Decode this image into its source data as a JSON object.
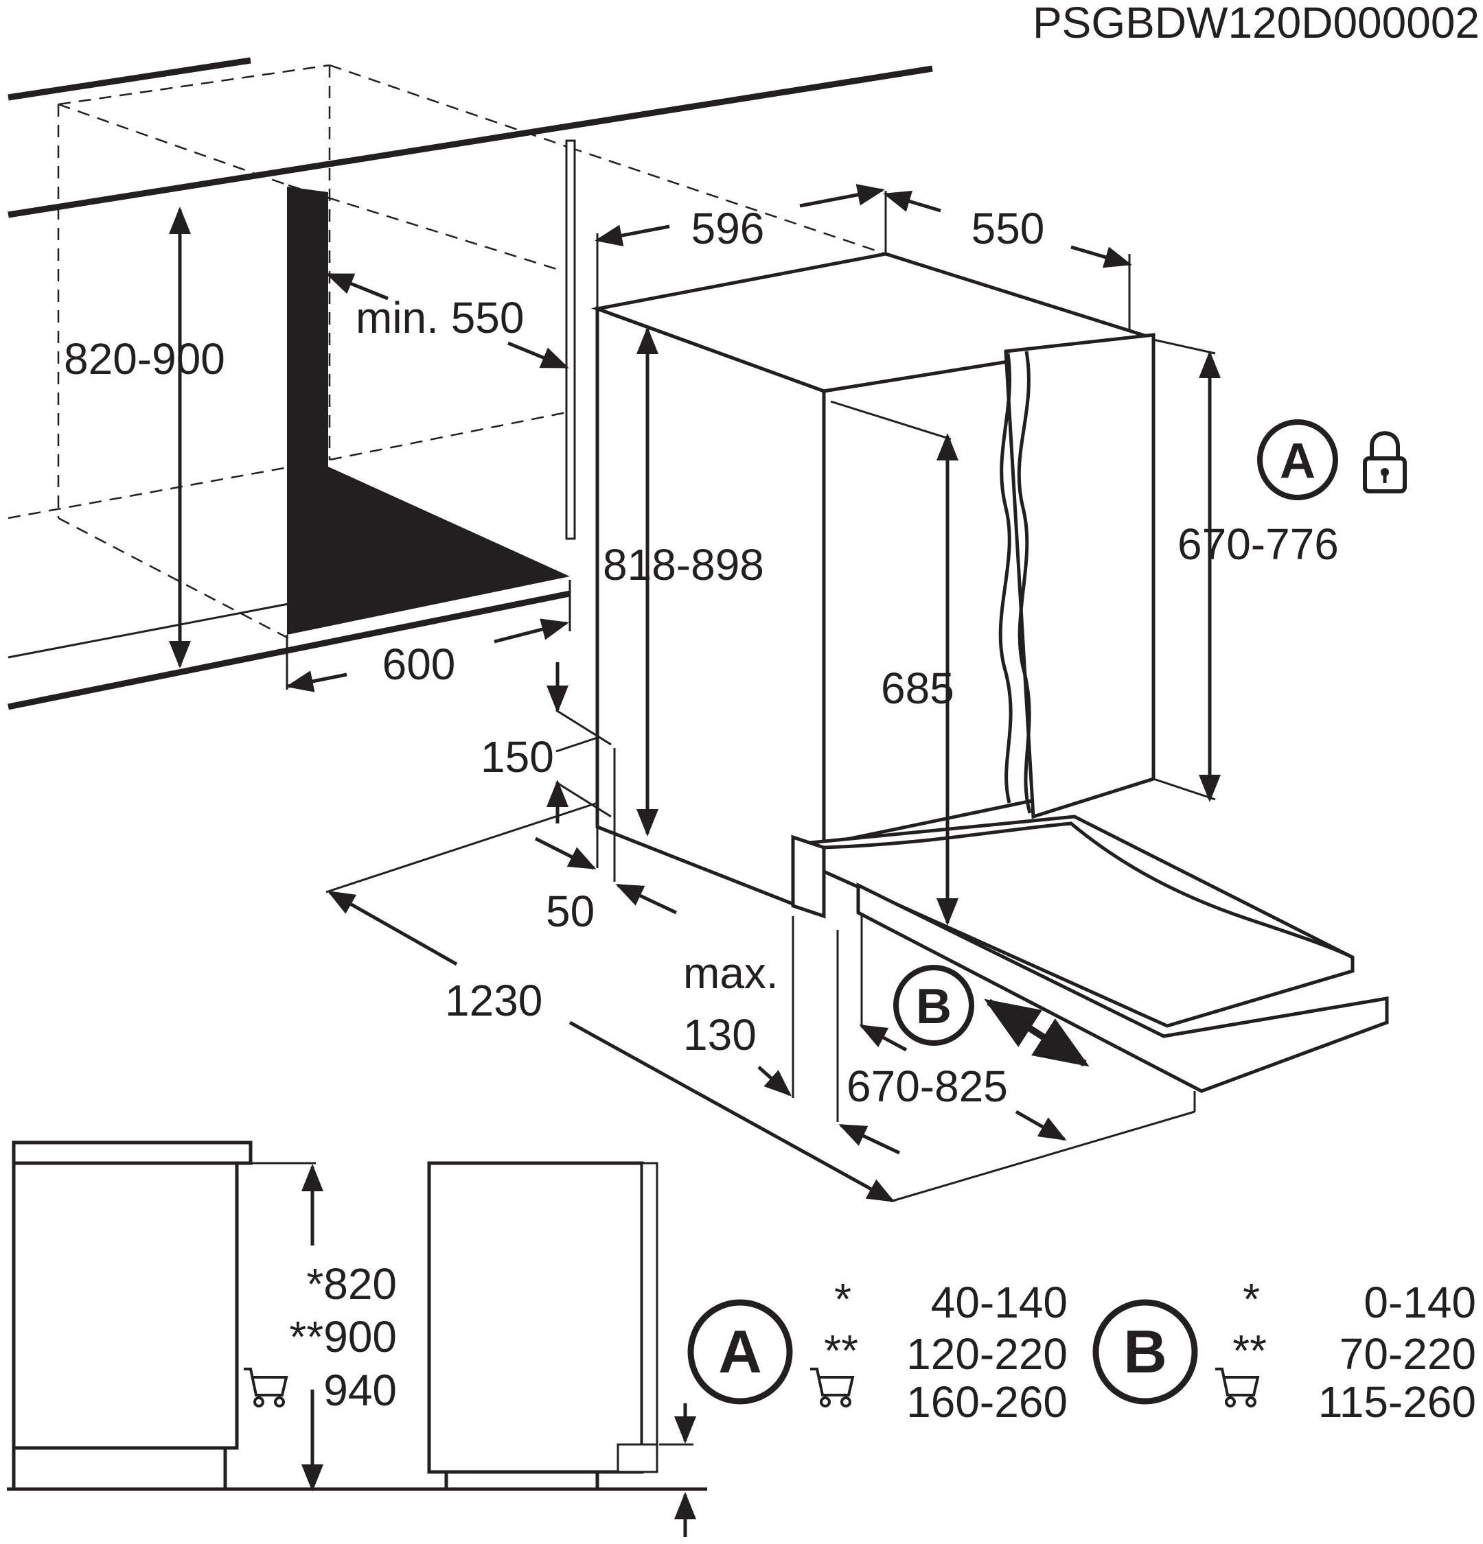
{
  "reference_code": "PSGBDW120D000002",
  "dimensions": {
    "niche_width": "596",
    "niche_depth": "550",
    "niche_height": "820-900",
    "min_depth": "min. 550",
    "cabinet_height": "818-898",
    "front_height": "670-776",
    "inner_height": "685",
    "plinth_width": "600",
    "offset_150": "150",
    "offset_50": "50",
    "total_depth": "1230",
    "max_label": "max.",
    "max_value": "130",
    "door_travel": "670-825"
  },
  "markers": {
    "A": "A",
    "B": "B"
  },
  "icons": [
    "lock-icon",
    "cart-icon"
  ],
  "side_view": {
    "h820": "*820",
    "h900": "**900",
    "h940": "940"
  },
  "table_A": {
    "marker": "A",
    "rows": [
      {
        "sym": "*",
        "value": "40-140"
      },
      {
        "sym": "**",
        "value": "120-220"
      },
      {
        "sym": "",
        "value": "160-260"
      }
    ]
  },
  "table_B": {
    "marker": "B",
    "rows": [
      {
        "sym": "*",
        "value": "0-140"
      },
      {
        "sym": "**",
        "value": "70-220"
      },
      {
        "sym": "",
        "value": "115-260"
      }
    ]
  }
}
